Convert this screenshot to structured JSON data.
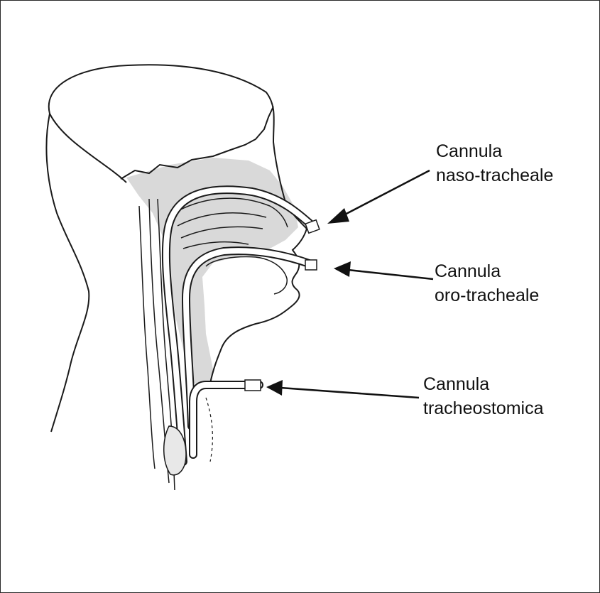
{
  "labels": {
    "naso": {
      "line1": "Cannula",
      "line2": "naso-tracheale"
    },
    "oro": {
      "line1": "Cannula",
      "line2": "oro-tracheale"
    },
    "tracheo": {
      "line1": "Cannula",
      "line2": "tracheostomica"
    }
  },
  "colors": {
    "line": "#1a1a1a",
    "shade": "#d6d6d6",
    "tube": "#ffffff"
  }
}
